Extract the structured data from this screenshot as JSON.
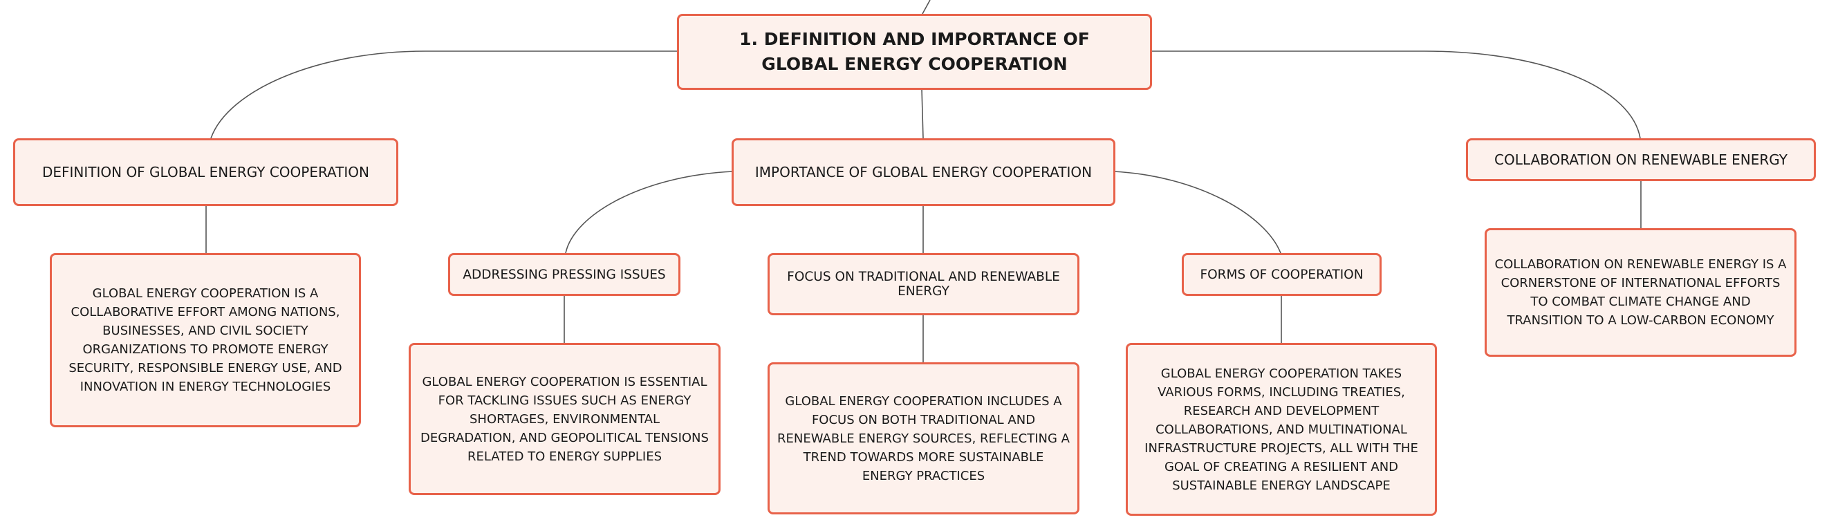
{
  "root": {
    "label": "1. DEFINITION AND IMPORTANCE OF GLOBAL ENERGY COOPERATION"
  },
  "definition": {
    "title": "DEFINITION OF GLOBAL ENERGY COOPERATION",
    "detail": "GLOBAL ENERGY COOPERATION IS A COLLABORATIVE EFFORT AMONG NATIONS, BUSINESSES, AND CIVIL SOCIETY ORGANIZATIONS TO PROMOTE ENERGY SECURITY, RESPONSIBLE ENERGY USE, AND INNOVATION IN ENERGY TECHNOLOGIES"
  },
  "importance": {
    "title": "IMPORTANCE OF GLOBAL ENERGY COOPERATION",
    "children": [
      {
        "title": "ADDRESSING PRESSING ISSUES",
        "detail": "GLOBAL ENERGY COOPERATION IS ESSENTIAL FOR TACKLING ISSUES SUCH AS ENERGY SHORTAGES, ENVIRONMENTAL DEGRADATION, AND GEOPOLITICAL TENSIONS RELATED TO ENERGY SUPPLIES"
      },
      {
        "title": "FOCUS ON TRADITIONAL AND RENEWABLE ENERGY",
        "detail": "GLOBAL ENERGY COOPERATION INCLUDES A FOCUS ON BOTH TRADITIONAL AND RENEWABLE ENERGY SOURCES, REFLECTING A TREND TOWARDS MORE SUSTAINABLE ENERGY PRACTICES"
      },
      {
        "title": "FORMS OF COOPERATION",
        "detail": "GLOBAL ENERGY COOPERATION TAKES VARIOUS FORMS, INCLUDING TREATIES, RESEARCH AND DEVELOPMENT COLLABORATIONS, AND MULTINATIONAL INFRASTRUCTURE PROJECTS, ALL WITH THE GOAL OF CREATING A RESILIENT AND SUSTAINABLE ENERGY LANDSCAPE"
      }
    ]
  },
  "renewable": {
    "title": "COLLABORATION ON RENEWABLE ENERGY",
    "detail": "COLLABORATION ON RENEWABLE ENERGY IS A CORNERSTONE OF INTERNATIONAL EFFORTS TO COMBAT CLIMATE CHANGE AND TRANSITION TO A LOW-CARBON ECONOMY"
  },
  "colors": {
    "border": "#e8624a",
    "fill": "#fdf1ec",
    "line": "#555555"
  }
}
